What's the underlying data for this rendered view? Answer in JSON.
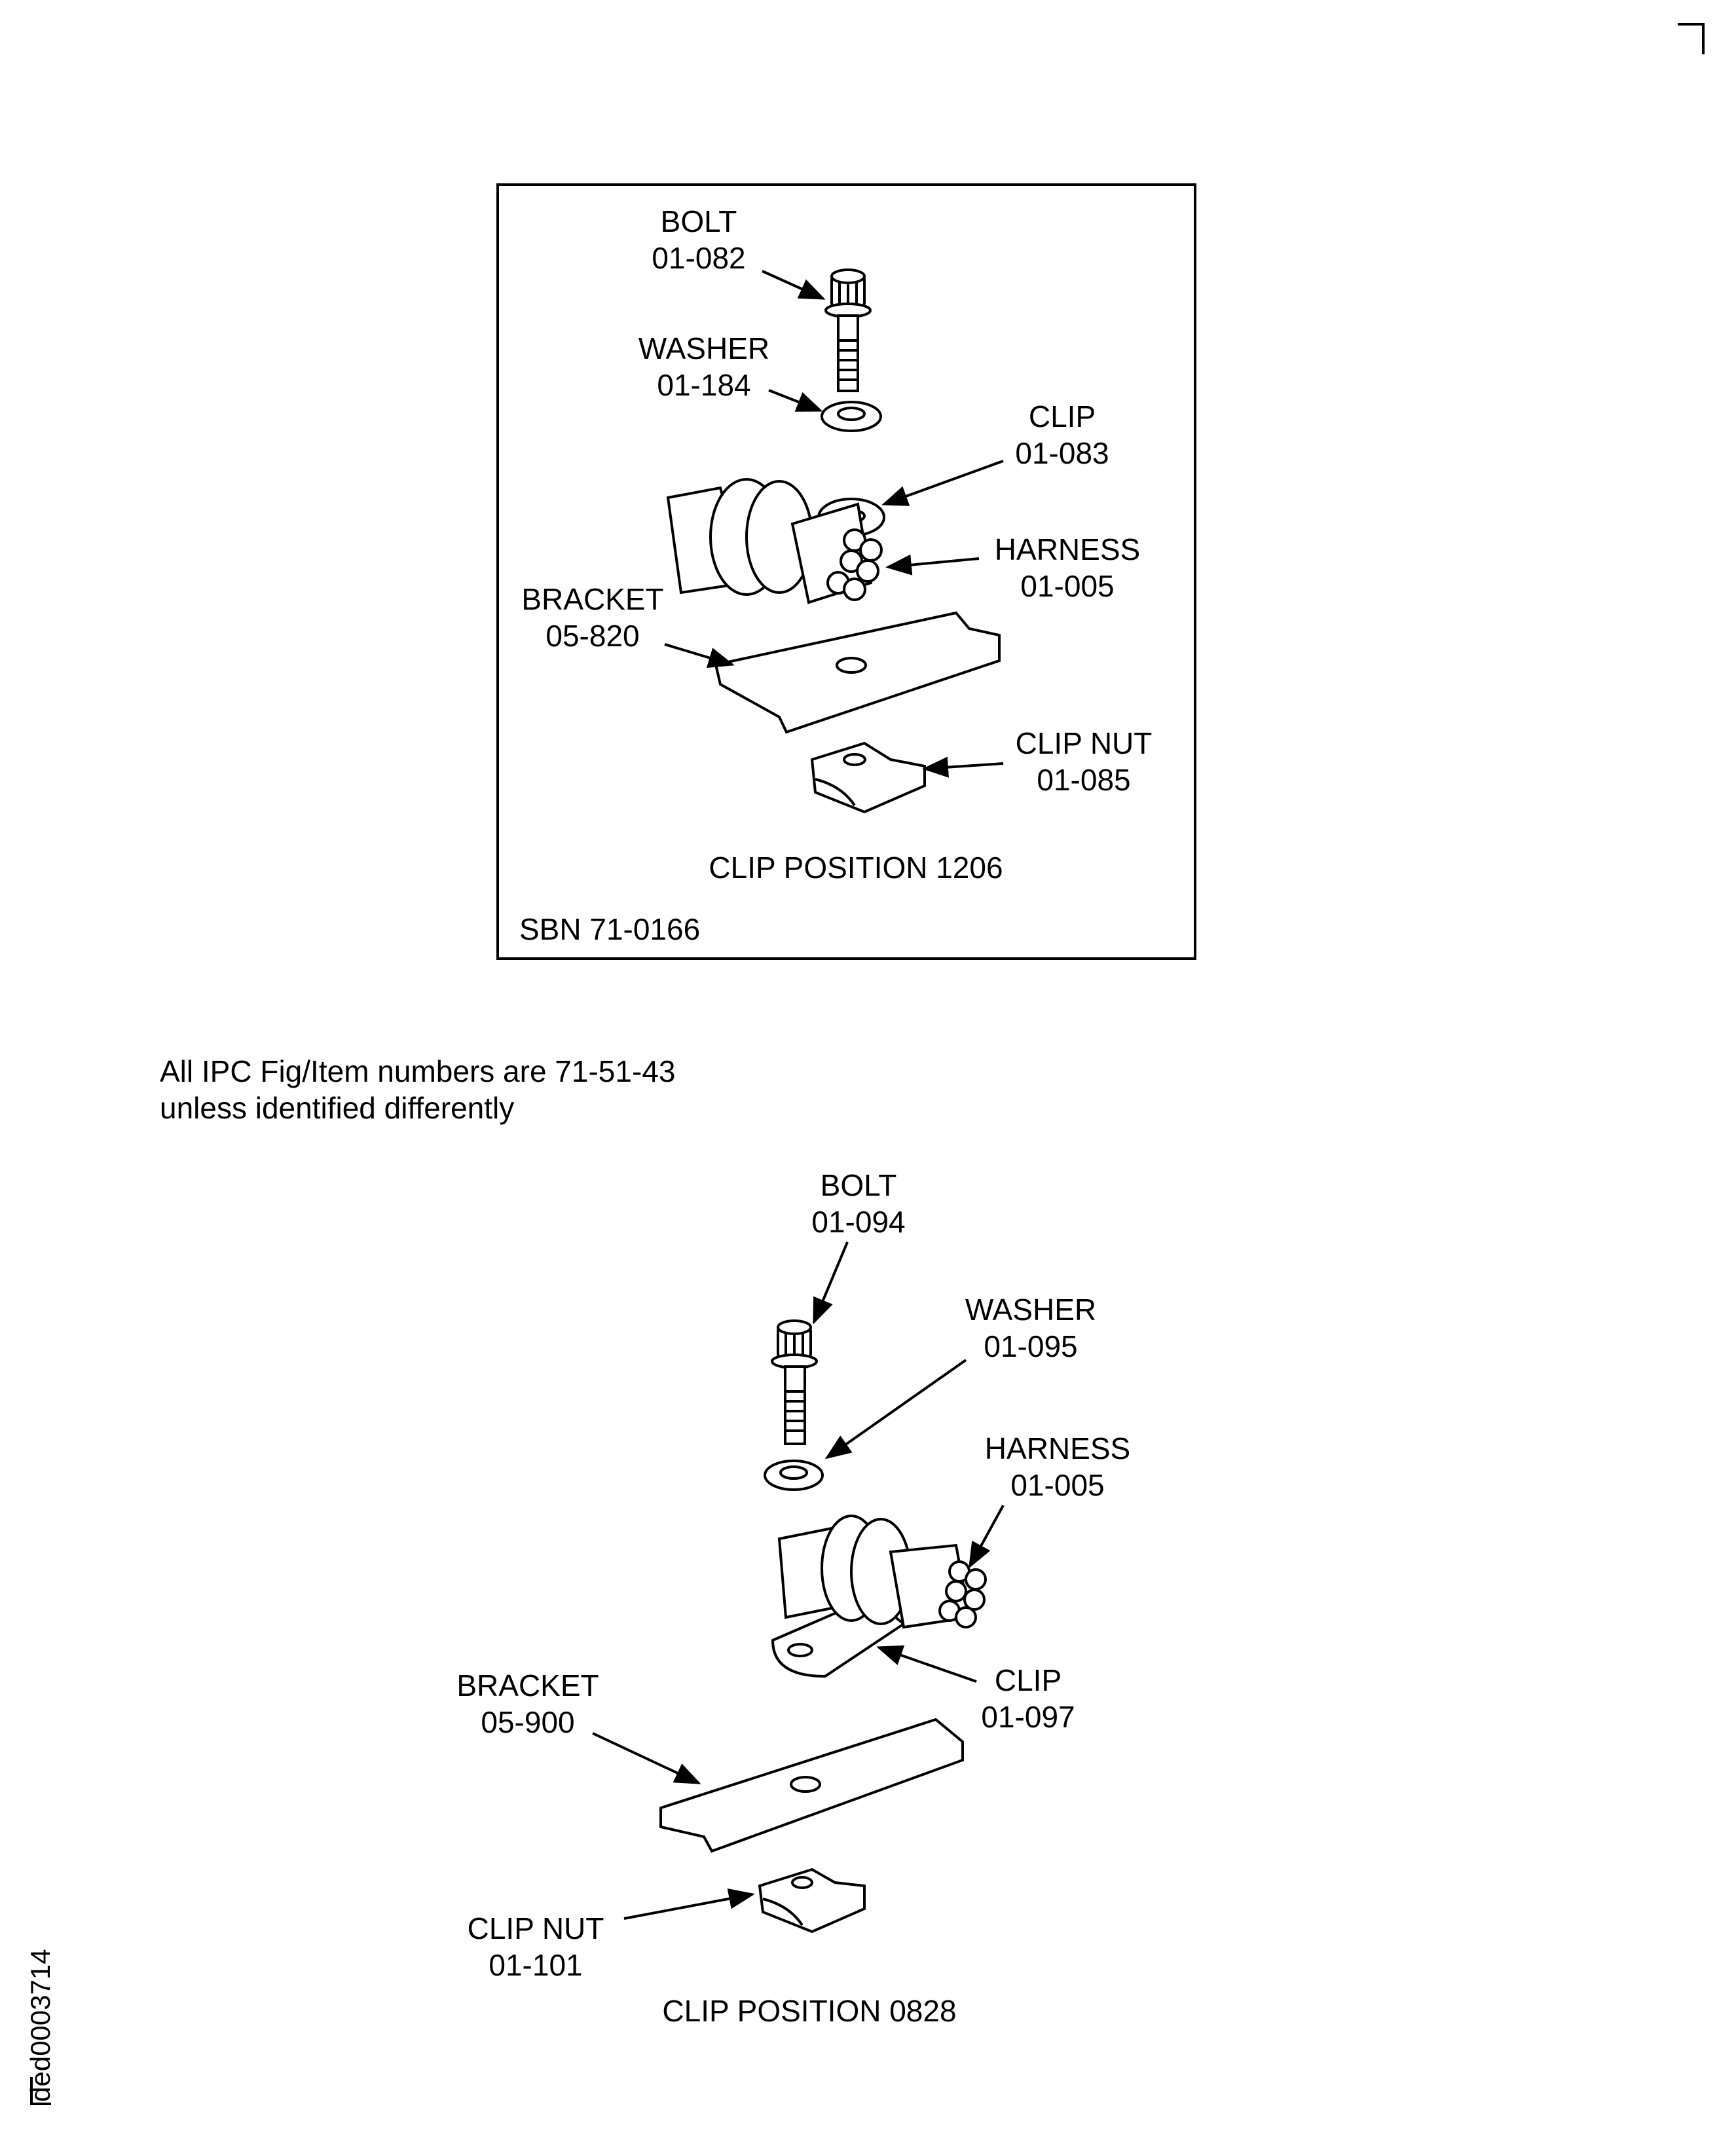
{
  "top_figure": {
    "labels": {
      "bolt": {
        "name": "BOLT",
        "number": "01-082"
      },
      "washer": {
        "name": "WASHER",
        "number": "01-184"
      },
      "clip": {
        "name": "CLIP",
        "number": "01-083"
      },
      "harness": {
        "name": "HARNESS",
        "number": "01-005"
      },
      "bracket": {
        "name": "BRACKET",
        "number": "05-820"
      },
      "clip_nut": {
        "name": "CLIP NUT",
        "number": "01-085"
      }
    },
    "caption": "CLIP POSITION 1206",
    "sbn": "SBN 71-0166"
  },
  "note": {
    "line1": "All IPC Fig/Item numbers are 71-51-43",
    "line2": "unless identified differently"
  },
  "bottom_figure": {
    "labels": {
      "bolt": {
        "name": "BOLT",
        "number": "01-094"
      },
      "washer": {
        "name": "WASHER",
        "number": "01-095"
      },
      "harness": {
        "name": "HARNESS",
        "number": "01-005"
      },
      "clip": {
        "name": "CLIP",
        "number": "01-097"
      },
      "bracket": {
        "name": "BRACKET",
        "number": "05-900"
      },
      "clip_nut": {
        "name": "CLIP NUT",
        "number": "01-101"
      }
    },
    "caption": "CLIP POSITION 0828"
  },
  "drawing_id": "ded0003714"
}
